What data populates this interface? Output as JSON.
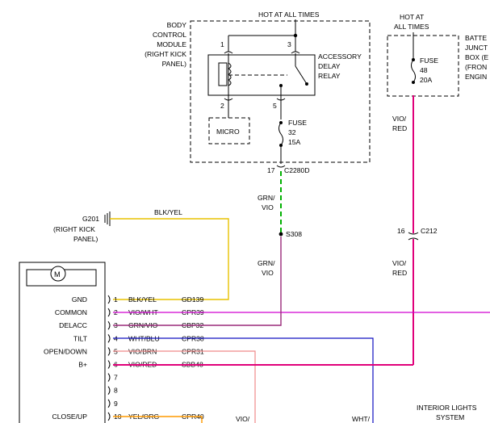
{
  "colors": {
    "yellow": "#e8c200",
    "pink": "#e0007a",
    "magenta": "#d000d0",
    "green": "#00b000",
    "violet": "#9a2a7a",
    "blue": "#1010c0",
    "orange": "#ff9a00",
    "salmon": "#ef8a8a"
  },
  "top": {
    "hot_left": "HOT AT ALL TIMES",
    "hot_right_1": "HOT AT",
    "hot_right_2": "ALL TIMES",
    "bcm_1": "BODY",
    "bcm_2": "CONTROL",
    "bcm_3": "MODULE",
    "bcm_4": "(RIGHT KICK",
    "bcm_5": "PANEL)",
    "relay_1": "ACCESSORY",
    "relay_2": "DELAY",
    "relay_3": "RELAY",
    "micro": "MICRO",
    "fuse32_1": "FUSE",
    "fuse32_2": "32",
    "fuse32_3": "15A",
    "pin1": "1",
    "pin2": "2",
    "pin3": "3",
    "pin5": "5",
    "pin17": "17",
    "conn_c2280d": "C2280D",
    "fuse48_1": "FUSE",
    "fuse48_2": "48",
    "fuse48_3": "20A",
    "bjb_1": "BATTE",
    "bjb_2": "JUNCT",
    "bjb_3": "BOX (E",
    "bjb_4": "(FRON",
    "bjb_5": "ENGIN",
    "vio_red_1a": "VIO/",
    "vio_red_1b": "RED",
    "pin16": "16",
    "conn_c212": "C212",
    "vio_red_2a": "VIO/",
    "vio_red_2b": "RED",
    "grn_vio_1a": "GRN/",
    "grn_vio_1b": "VIO",
    "splice_s308": "S308",
    "grn_vio_2a": "GRN/",
    "grn_vio_2b": "VIO"
  },
  "ground": {
    "g201": "G201",
    "loc_1": "(RIGHT KICK",
    "loc_2": "PANEL)",
    "wire": "BLK/YEL"
  },
  "switch": {
    "motor_symbol": "M",
    "rows": [
      {
        "name": "GND",
        "pin": "1",
        "color": "BLK/YEL",
        "circuit": "GD139"
      },
      {
        "name": "COMMON",
        "pin": "2",
        "color": "VIO/WHT",
        "circuit": "CPR39"
      },
      {
        "name": "DELACC",
        "pin": "3",
        "color": "GRN/VIO",
        "circuit": "CBP32"
      },
      {
        "name": "TILT",
        "pin": "4",
        "color": "WHT/BLU",
        "circuit": "CPR38"
      },
      {
        "name": "OPEN/DOWN",
        "pin": "5",
        "color": "VIO/BRN",
        "circuit": "CPR31"
      },
      {
        "name": "B+",
        "pin": "6",
        "color": "VIO/RED",
        "circuit": "SBB48"
      },
      {
        "name": "",
        "pin": "7",
        "color": "",
        "circuit": ""
      },
      {
        "name": "",
        "pin": "8",
        "color": "",
        "circuit": ""
      },
      {
        "name": "",
        "pin": "9",
        "color": "",
        "circuit": ""
      },
      {
        "name": "CLOSE/UP",
        "pin": "10",
        "color": "YEL/ORG",
        "circuit": "CPR40"
      }
    ]
  },
  "bottom": {
    "vio_cut": "VIO/",
    "wht_cut": "WHT/",
    "interior_1": "INTERIOR LIGHTS",
    "interior_2": "SYSTEM"
  }
}
